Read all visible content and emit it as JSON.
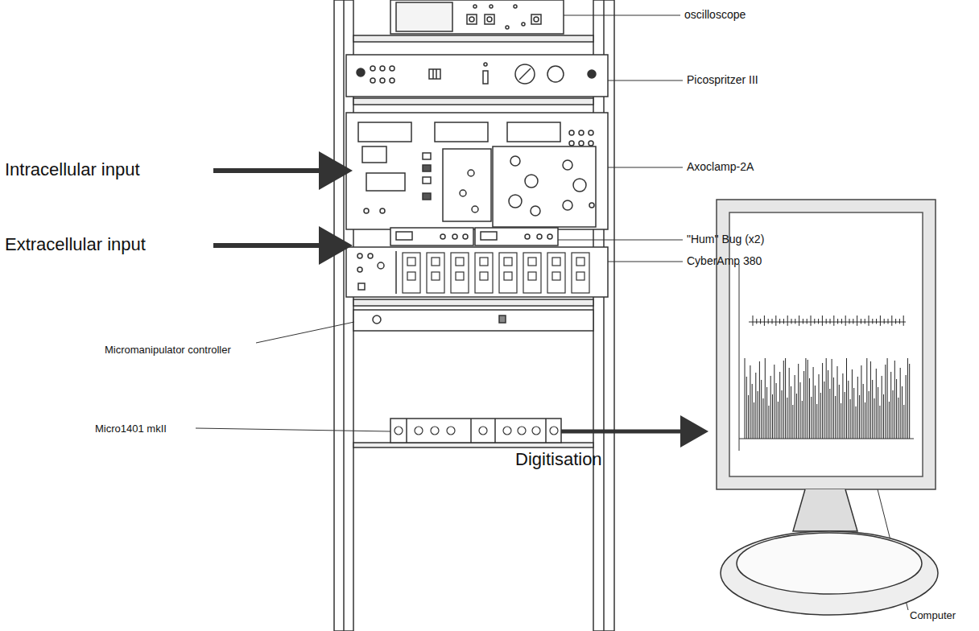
{
  "diagram": {
    "labels": [
      "oscilloscope",
      "Picospritzer III",
      "Intracellular input",
      "Axoclamp-2A",
      "\"Hum\" Bug (x2)",
      "Extracellular input",
      "CyberAmp 380",
      "Micromanipulator controller",
      "Micro1401 mkII",
      "Digitisation",
      "Computer"
    ]
  }
}
